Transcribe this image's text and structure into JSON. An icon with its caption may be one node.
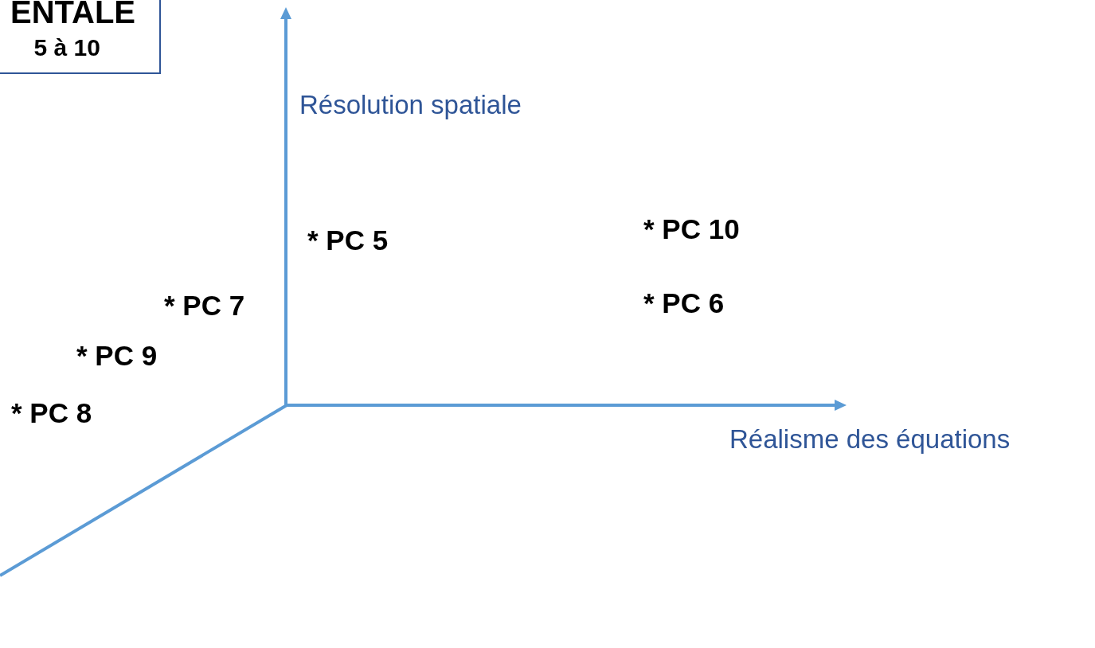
{
  "diagram": {
    "nodes": [
      {
        "text": [
          "ENTALE",
          "5 à 10"
        ]
      }
    ],
    "labels": [
      "Résolution spatiale",
      "* PC 10",
      "* PC 5",
      "* PC 7",
      "* PC 6",
      "* PC 9",
      "* PC 8",
      "Réalisme des équations"
    ]
  }
}
